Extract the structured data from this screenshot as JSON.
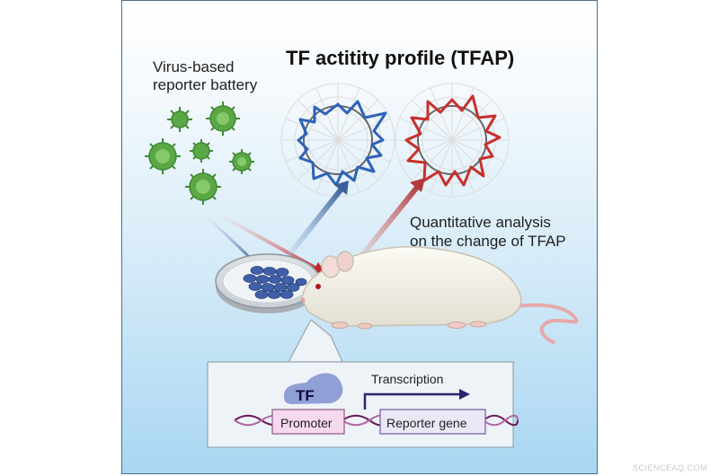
{
  "figure": {
    "title": "TF actitity profile (TFAP)",
    "virus_label_line1": "Virus-based",
    "virus_label_line2": "reporter battery",
    "analysis_line1": "Quantitative analysis",
    "analysis_line2": "on the change of TFAP",
    "transcription_label": "Transcription",
    "tf_label": "TF",
    "promoter_label": "Promoter",
    "reporter_label": "Reporter gene",
    "watermark": "SCIENCEAQ.COM"
  },
  "colors": {
    "virus": "#5aa845",
    "profile_blue": "#2f62b8",
    "profile_red": "#c8302c",
    "arrow_blue": "#3a5f9a",
    "arrow_red": "#b2383a",
    "cells": "#3f5fa8",
    "tf_protein": "#7f8fd0",
    "dna": "#6a1a5a",
    "promoter_fill": "#f6d8ef",
    "reporter_fill": "#ece7f7"
  }
}
